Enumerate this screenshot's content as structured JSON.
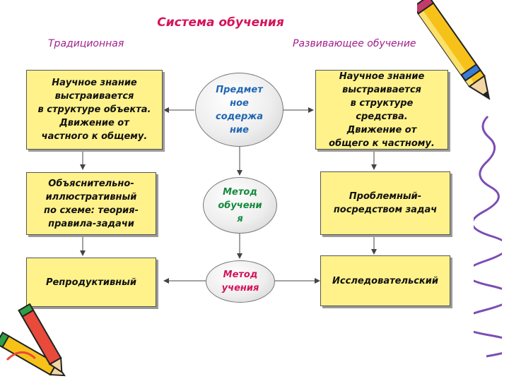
{
  "title": "Система обучения",
  "columns": {
    "left": "Традиционная",
    "right": "Развивающее обучение"
  },
  "left_boxes": [
    "Научное знание\nвыстраивается\nв структуре объекта.\nДвижение от\nчастного к общему.",
    "Объяснительно-\nиллюстративный\nпо схеме: теория-\nправила-задачи",
    "Репродуктивный"
  ],
  "right_boxes": [
    "Научное знание\nвыстраивается\nв структуре\nсредства.\nДвижение от\nобщего к частному.",
    "Проблемный-\nпосредством задач",
    "Исследовательский"
  ],
  "center_ovals": [
    "Предмет\nное\nсодержа\nние",
    "Метод\nобучени\nя",
    "Метод\nучения"
  ],
  "colors": {
    "title": "#d4145a",
    "column_heads": "#a0208c",
    "box_fill": "#fff28a",
    "oval1_text": "#1f66b3",
    "oval2_text": "#148a3c",
    "oval3_text": "#d4145a"
  },
  "decor_icons": [
    "pencil-icon",
    "pencils-bundle-icon"
  ]
}
